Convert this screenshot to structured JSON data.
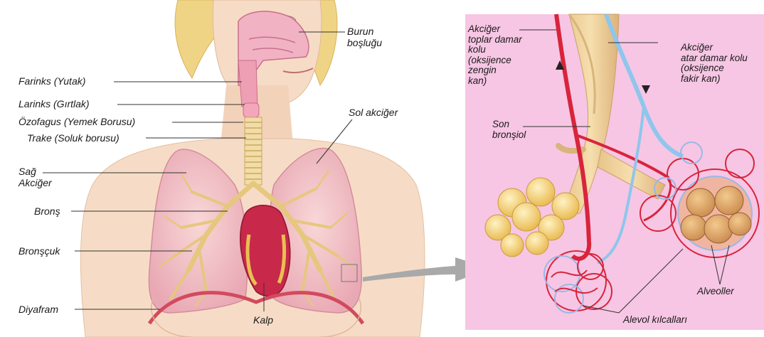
{
  "left_labels": {
    "farinks": "Farinks (Yutak)",
    "larinks": "Larinks (Gırtlak)",
    "ozofagus": "Özofagus (Yemek Borusu)",
    "trake": "Trake (Soluk borusu)",
    "sag_akciger": "Sağ\nAkciğer",
    "brons": "Bronş",
    "broncuk": "Bronşçuk",
    "diyafram": "Diyafram",
    "burun": "Burun\nboşluğu",
    "sol_akciger": "Sol akciğer",
    "kalp": "Kalp"
  },
  "right_labels": {
    "toplar": "Akciğer\ntoplar damar\nkolu\n(oksijence\nzengin\nkan)",
    "atar": "Akciğer\natar damar kolu\n(oksijence\nfakir kan)",
    "son_bronsiol": "Son\nbronşiol",
    "alveoller": "Alveoller",
    "kilcallar": "Alevol kılcalları"
  },
  "colors": {
    "panel_bg": "#f7c6e4",
    "skin": "#f6dcc6",
    "hair": "#f0d486",
    "lung": "#f3c3c8",
    "bronchi": "#efd99b",
    "heart": "#c8284a",
    "artery_red": "#d8243c",
    "vein_blue": "#8ec6ec",
    "alveoli": "#f5d48a"
  }
}
